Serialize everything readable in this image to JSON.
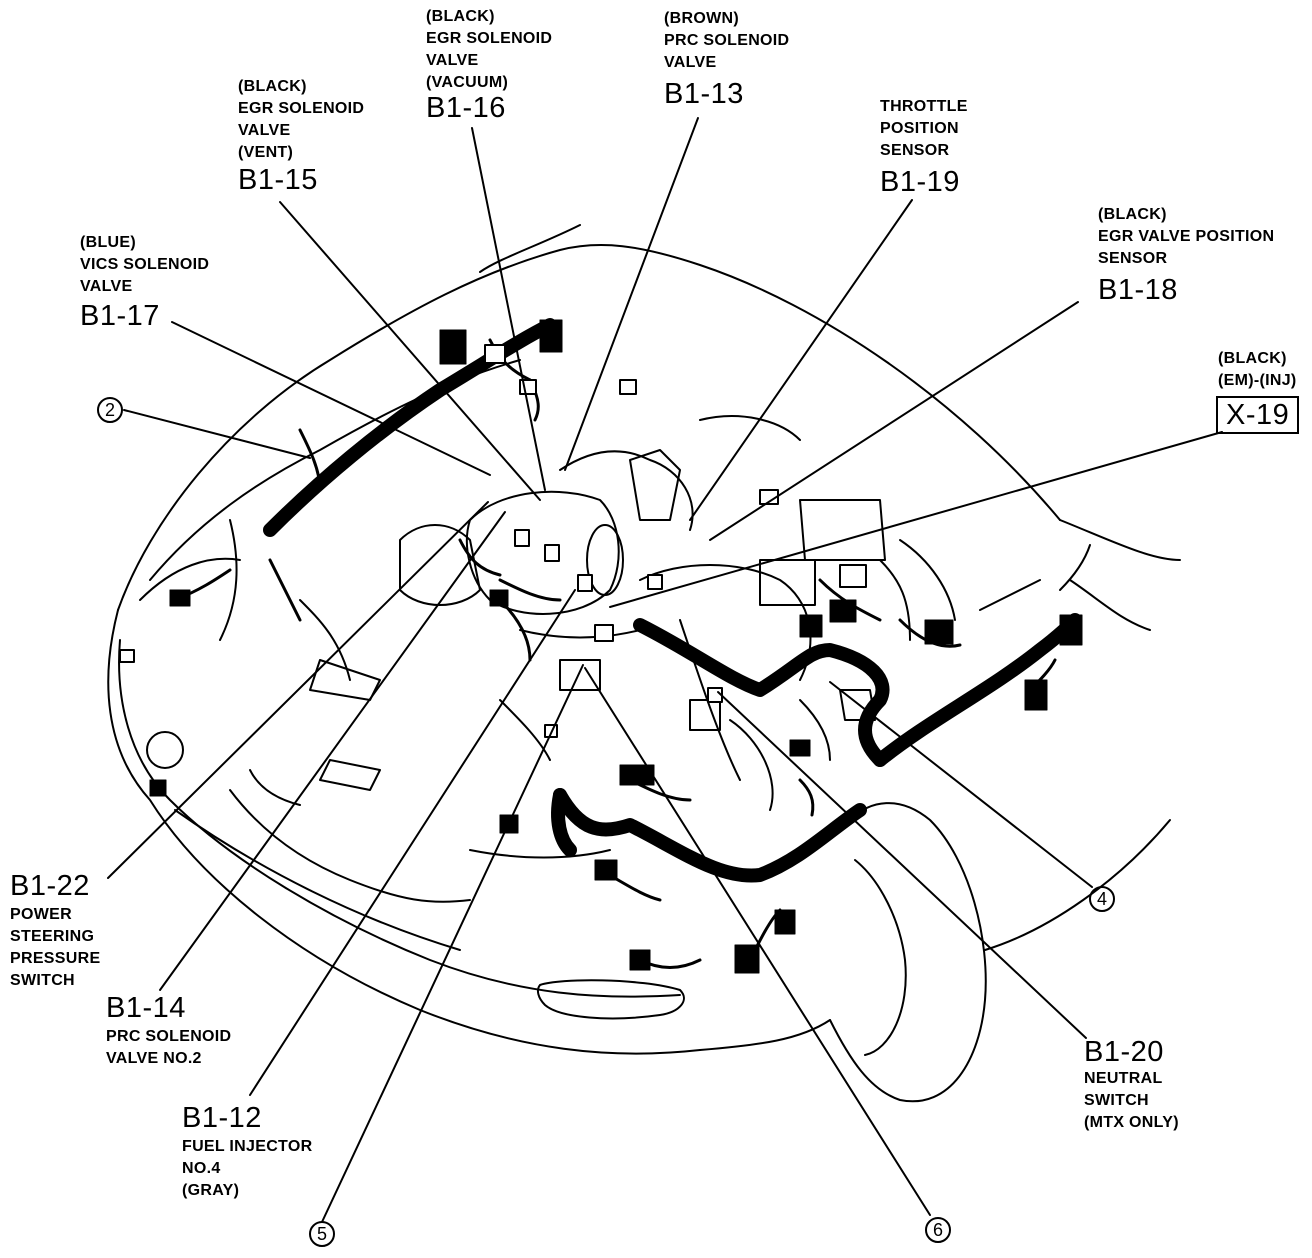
{
  "callouts": {
    "b1_15": {
      "lines": [
        "(BLACK)",
        "EGR SOLENOID",
        "VALVE",
        "(VENT)"
      ],
      "code": "B1-15"
    },
    "b1_16": {
      "lines": [
        "(BLACK)",
        "EGR SOLENOID",
        "VALVE",
        "(VACUUM)"
      ],
      "code": "B1-16"
    },
    "b1_13": {
      "lines": [
        "(BROWN)",
        "PRC SOLENOID",
        "VALVE"
      ],
      "code": "B1-13"
    },
    "b1_19": {
      "lines": [
        "THROTTLE",
        "POSITION",
        "SENSOR"
      ],
      "code": "B1-19"
    },
    "b1_18": {
      "lines": [
        "(BLACK)",
        "EGR VALVE POSITION",
        "SENSOR"
      ],
      "code": "B1-18"
    },
    "x_19": {
      "lines": [
        "(BLACK)",
        "(EM)-(INJ)"
      ],
      "code": "X-19"
    },
    "b1_17": {
      "lines": [
        "(BLUE)",
        "VICS SOLENOID",
        "VALVE"
      ],
      "code": "B1-17"
    },
    "b1_22": {
      "code": "B1-22",
      "lines": [
        "POWER",
        "STEERING",
        "PRESSURE",
        "SWITCH"
      ]
    },
    "b1_14": {
      "code": "B1-14",
      "lines": [
        "PRC SOLENOID",
        "VALVE NO.2"
      ]
    },
    "b1_12": {
      "code": "B1-12",
      "lines": [
        "FUEL INJECTOR",
        "NO.4",
        "(GRAY)"
      ]
    },
    "b1_20": {
      "code": "B1-20",
      "lines": [
        "NEUTRAL",
        "SWITCH",
        "(MTX ONLY)"
      ]
    }
  },
  "markers": {
    "m2": "2",
    "m4": "4",
    "m5": "5",
    "m6": "6"
  }
}
